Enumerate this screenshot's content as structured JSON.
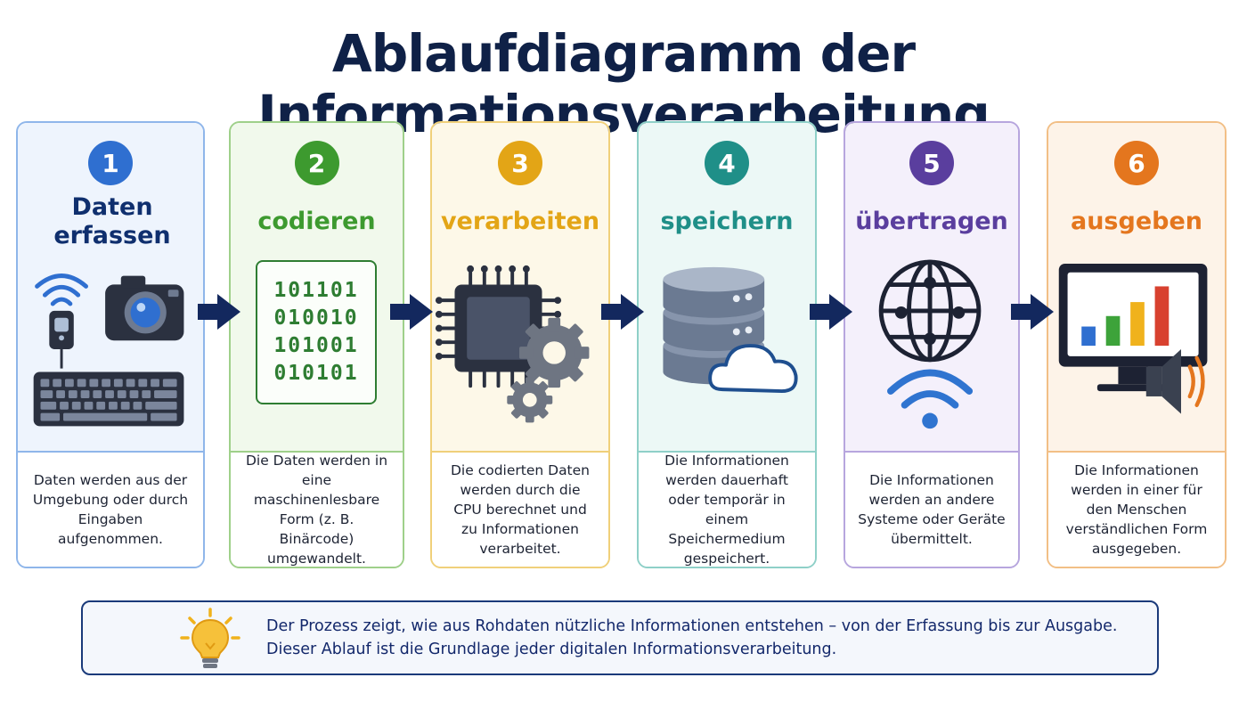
{
  "title": "Ablaufdiagramm der Informationsverarbeitung",
  "steps": [
    {
      "number": "1",
      "label": "Daten erfassen",
      "description": "Daten werden aus der Umgebung oder durch Eingaben aufgenommen.",
      "icons": [
        "wifi-icon",
        "sensor-icon",
        "camera-icon",
        "keyboard-icon"
      ],
      "color": "#2f6fd0",
      "border": "#8fb6ea",
      "bg": "#eef4fd"
    },
    {
      "number": "2",
      "label": "codieren",
      "description": "Die Daten werden in eine maschinenlesbare Form (z. B. Binärcode) umgewandelt.",
      "binary": [
        "101101",
        "010010",
        "101001",
        "010101"
      ],
      "icons": [
        "binary-code-icon"
      ],
      "color": "#3d9a2f",
      "border": "#9fd08a",
      "bg": "#f1f9ec"
    },
    {
      "number": "3",
      "label": "verarbeiten",
      "description": "Die codierten Daten werden durch die CPU berechnet und zu Informationen verarbeitet.",
      "icons": [
        "cpu-icon",
        "gear-icon"
      ],
      "color": "#e3a516",
      "border": "#f0d07a",
      "bg": "#fdf8e8"
    },
    {
      "number": "4",
      "label": "speichern",
      "description": "Die Informationen werden dauerhaft oder temporär in einem Speichermedium gespeichert.",
      "icons": [
        "database-icon",
        "cloud-icon"
      ],
      "color": "#1f8f88",
      "border": "#8fd0c8",
      "bg": "#ecf8f6"
    },
    {
      "number": "5",
      "label": "übertragen",
      "description": "Die Informationen werden an andere Systeme oder Geräte übermittelt.",
      "icons": [
        "globe-icon",
        "wifi-icon"
      ],
      "color": "#5a3e9e",
      "border": "#b7a6de",
      "bg": "#f4f0fb"
    },
    {
      "number": "6",
      "label": "ausgeben",
      "description": "Die Informationen werden in einer für den Menschen verständlichen Form ausgegeben.",
      "icons": [
        "monitor-chart-icon",
        "speaker-icon"
      ],
      "color": "#e4761e",
      "border": "#f2bf86",
      "bg": "#fdf3e8"
    }
  ],
  "note": {
    "icon": "lightbulb-icon",
    "line1": "Der Prozess zeigt, wie aus Rohdaten nützliche Informationen entstehen – von der Erfassung bis zur Ausgabe.",
    "line2": "Dieser Ablauf ist die Grundlage jeder digitalen Informationsverarbeitung."
  },
  "colors": {
    "title": "#0f2147",
    "arrow": "#13285e",
    "note_border": "#1a3a7a"
  }
}
